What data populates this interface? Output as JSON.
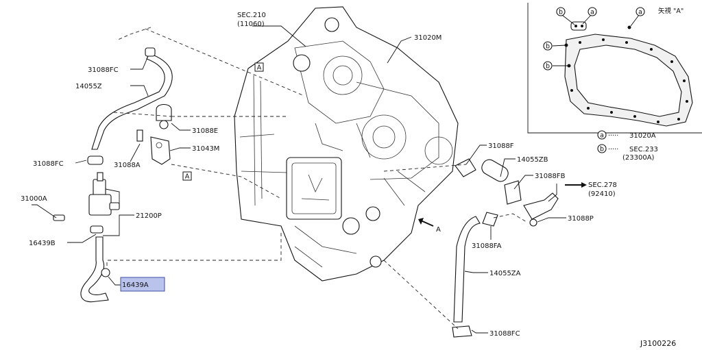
{
  "diagram": {
    "code": "J3100226",
    "view_label": "矢視 \"A\"",
    "arrow_letter": "A",
    "box_letter": "A",
    "highlight_color": "#b9c3ec",
    "callouts": {
      "sec210": "SEC.210",
      "sec210_num": "(11060)",
      "p31020M": "31020M",
      "p31088FC_top": "31088FC",
      "p14055Z": "14055Z",
      "p31088E": "31088E",
      "p31043M": "31043M",
      "p31088FC_mid": "31088FC",
      "p31088A": "31088A",
      "p31000A": "31000A",
      "p21200P": "21200P",
      "p16439B": "16439B",
      "p16439A": "16439A",
      "p31088F": "31088F",
      "p14055ZB": "14055ZB",
      "p31088FB": "31088FB",
      "sec278": "SEC.278",
      "sec278_num": "(92410)",
      "p31088P": "31088P",
      "p31088FA": "31088FA",
      "p14055ZA": "14055ZA",
      "p31088FC_bot": "31088FC"
    },
    "legend": {
      "a_marker": "a",
      "b_marker": "b",
      "a_text": "31020A",
      "b_text": "SEC.233",
      "b_num": "(23300A)",
      "dots": "·····"
    }
  }
}
